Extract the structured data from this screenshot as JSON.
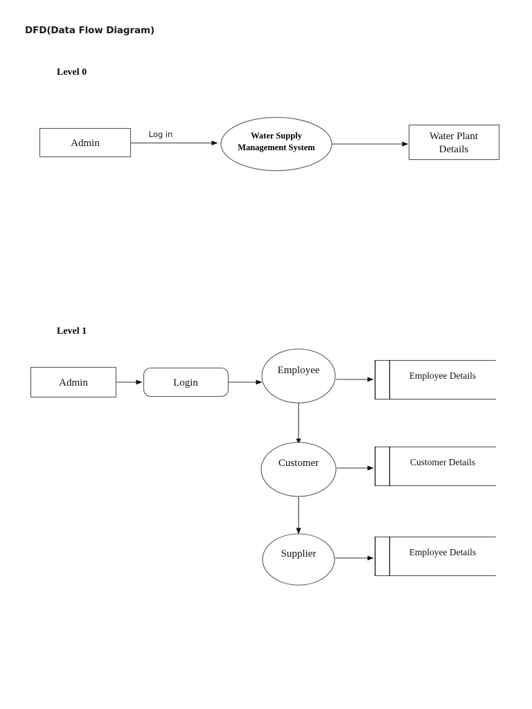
{
  "document": {
    "title": "DFD(Data Flow Diagram)"
  },
  "levels": [
    {
      "id": "level-0",
      "label": "Level 0",
      "entities": [
        {
          "id": "l0-admin",
          "kind": "external-entity",
          "label": "Admin"
        },
        {
          "id": "l0-process",
          "kind": "process",
          "label_line1": "Water  Supply",
          "label_line2": "Management System"
        },
        {
          "id": "l0-store",
          "kind": "external-entity",
          "label_line1": "Water Plant",
          "label_line2": "Details"
        }
      ],
      "flows": [
        {
          "id": "l0-flow-login",
          "from": "l0-admin",
          "to": "l0-process",
          "label": "Log in"
        },
        {
          "id": "l0-flow-output",
          "from": "l0-process",
          "to": "l0-store",
          "label": ""
        }
      ]
    },
    {
      "id": "level-1",
      "label": "Level 1",
      "entities": [
        {
          "id": "l1-admin",
          "kind": "external-entity",
          "label": "Admin"
        },
        {
          "id": "l1-login",
          "kind": "rounded-process",
          "label": "Login"
        },
        {
          "id": "l1-employee",
          "kind": "process",
          "label": "Employee"
        },
        {
          "id": "l1-customer",
          "kind": "process",
          "label": "Customer"
        },
        {
          "id": "l1-supplier",
          "kind": "process",
          "label": "Supplier"
        },
        {
          "id": "l1-store-employee",
          "kind": "data-store",
          "label": "Employee Details"
        },
        {
          "id": "l1-store-customer",
          "kind": "data-store",
          "label": "Customer Details"
        },
        {
          "id": "l1-store-supplier",
          "kind": "data-store",
          "label": "Employee Details"
        }
      ],
      "flows": [
        {
          "id": "l1-flow-1",
          "from": "l1-admin",
          "to": "l1-login",
          "label": ""
        },
        {
          "id": "l1-flow-2",
          "from": "l1-login",
          "to": "l1-employee",
          "label": ""
        },
        {
          "id": "l1-flow-3",
          "from": "l1-employee",
          "to": "l1-store-employee",
          "label": ""
        },
        {
          "id": "l1-flow-4",
          "from": "l1-employee",
          "to": "l1-customer",
          "label": ""
        },
        {
          "id": "l1-flow-5",
          "from": "l1-customer",
          "to": "l1-store-customer",
          "label": ""
        },
        {
          "id": "l1-flow-6",
          "from": "l1-customer",
          "to": "l1-supplier",
          "label": ""
        },
        {
          "id": "l1-flow-7",
          "from": "l1-supplier",
          "to": "l1-store-supplier",
          "label": ""
        }
      ]
    }
  ],
  "colors": {
    "background": "#ffffff",
    "ink": "#000000",
    "stroke": "#333333",
    "stroke_light": "#555555"
  }
}
